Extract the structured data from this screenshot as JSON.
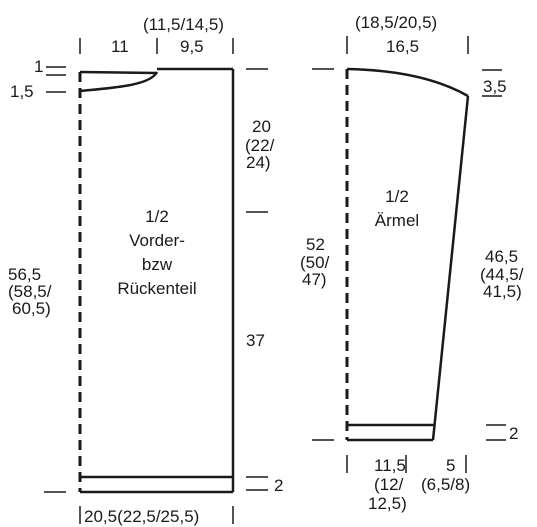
{
  "body_piece": {
    "top_total": "(11,5/14,5)",
    "top_left": "11",
    "top_right": "9,5",
    "left_top_1": "1",
    "left_top_2": "1,5",
    "right_upper_1": "20",
    "right_upper_2": "(22/",
    "right_upper_3": "24)",
    "right_lower": "37",
    "right_rib": "2",
    "left_height_1": "56,5",
    "left_height_2": "(58,5/",
    "left_height_3": "60,5)",
    "title_1": "1/2",
    "title_2": "Vorder-",
    "title_3": "bzw",
    "title_4": "Rückenteil",
    "bottom_width": "20,5(22,5/25,5)"
  },
  "sleeve_piece": {
    "top_total": "(18,5/20,5)",
    "top_width": "16,5",
    "right_top": "3,5",
    "left_height_1": "52",
    "left_height_2": "(50/",
    "left_height_3": "47)",
    "right_height_1": "46,5",
    "right_height_2": "(44,5/",
    "right_height_3": "41,5)",
    "title_1": "1/2",
    "title_2": "Ärmel",
    "right_rib": "2",
    "bottom_left_1": "11,5",
    "bottom_left_2": "(12/",
    "bottom_left_3": "12,5)",
    "bottom_right_1": "5",
    "bottom_right_2": "(6,5/8)"
  }
}
